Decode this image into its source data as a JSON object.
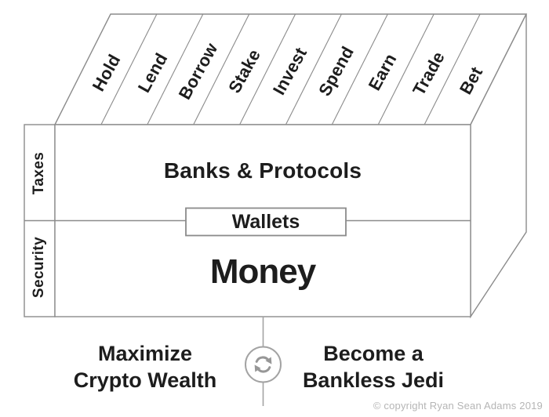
{
  "diagram": {
    "title_implied": "Bankless money stack",
    "actions": [
      "Hold",
      "Lend",
      "Borrow",
      "Stake",
      "Invest",
      "Spend",
      "Earn",
      "Trade",
      "Bet"
    ],
    "side_labels": {
      "top_row": "Taxes",
      "bottom_row": "Security"
    },
    "layers": {
      "top": "Banks & Protocols",
      "middle": "Wallets",
      "bottom": "Money"
    },
    "bottom_section": {
      "left_line1": "Maximize",
      "left_line2": "Crypto Wealth",
      "icon": "sync-icon",
      "right_line1": "Become a",
      "right_line2": "Bankless Jedi"
    },
    "footer": {
      "copyright": "© copyright Ryan Sean Adams 2019"
    },
    "colors": {
      "background": "#ffffff",
      "line": "#8b8b8b",
      "text": "#1d1d1d",
      "icon_gray": "#979797",
      "muted_gray": "#b5b5b5"
    }
  }
}
